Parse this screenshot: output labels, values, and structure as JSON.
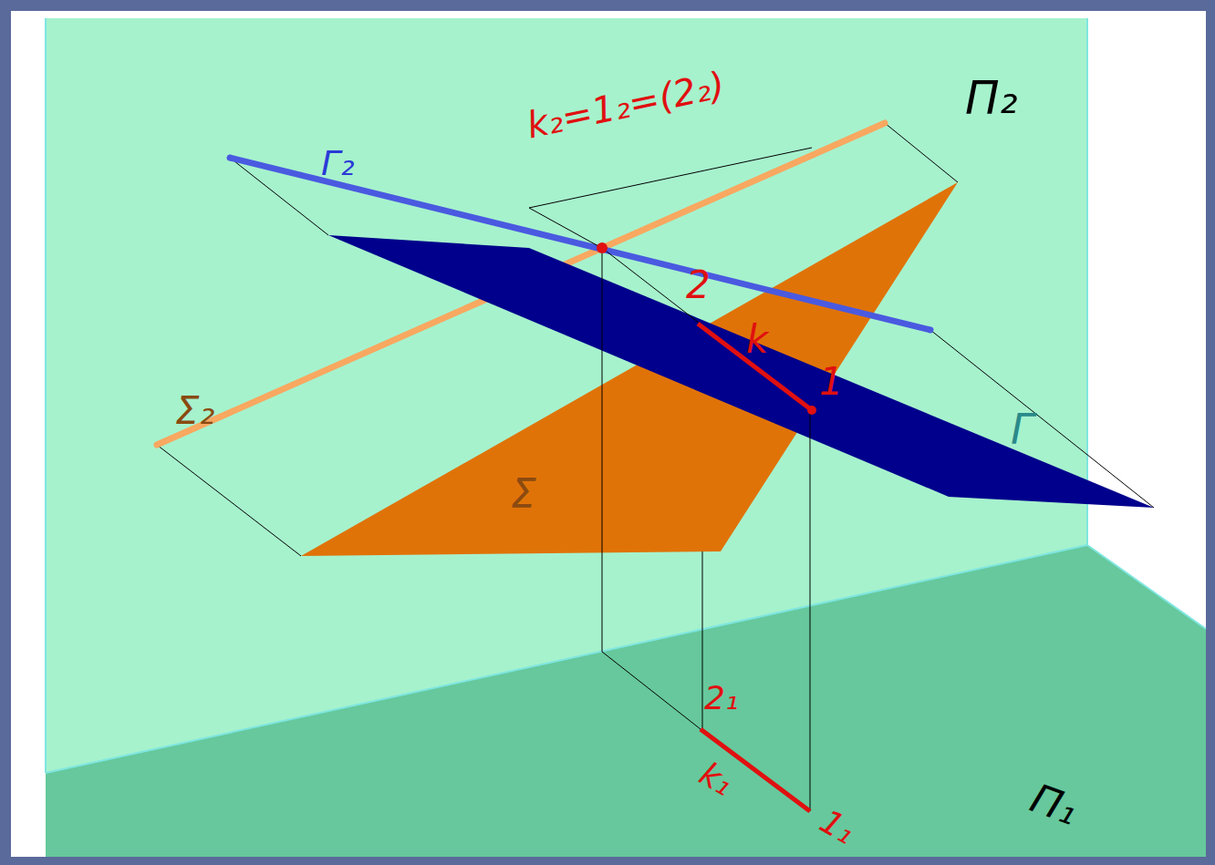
{
  "diagram": {
    "labels": [
      "Π₂",
      "Γ₂",
      "k₂=1₂=(2₂)",
      "Σ₂",
      "2",
      "k",
      "1",
      "Γ",
      "Σ",
      "2₁",
      "k₁",
      "1₁",
      "Π₁"
    ]
  }
}
